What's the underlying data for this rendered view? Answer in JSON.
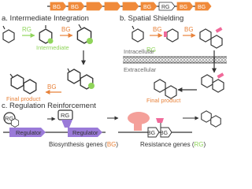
{
  "colors": {
    "gene": "#f08a3a",
    "orange_text": "#e8823a",
    "green": "#8fd45a",
    "pink": "#f06a9a",
    "purple": "#9a7ad8",
    "salmon": "#f4a09a",
    "dark": "#333333",
    "gray": "#6b6b6b",
    "membrane": "#666666"
  },
  "gene_cluster": [
    {
      "label": "BG",
      "type": "bg"
    },
    {
      "label": "BG",
      "type": "bg"
    },
    {
      "label": "",
      "type": "bg"
    },
    {
      "label": "",
      "type": "bg"
    },
    {
      "label": "",
      "type": "bg"
    },
    {
      "label": "BG",
      "type": "bg"
    },
    {
      "label": "RG",
      "type": "rg"
    },
    {
      "label": "BG",
      "type": "bg"
    },
    {
      "label": "BG",
      "type": "bg"
    }
  ],
  "panel_a": {
    "title": "a. Intermediate Integration",
    "rg": "RG",
    "bg1": "BG",
    "bg2": "BG",
    "intermediate": "Intermediate",
    "final_product": "Final product"
  },
  "panel_b": {
    "title": "b. Spatial Shielding",
    "rg": "RG",
    "bg1": "BG",
    "bg2": "BG",
    "intracellular": "Intracellular",
    "extracellular": "Extracellular",
    "final_product": "Final product"
  },
  "panel_c": {
    "title": "c. Regulation Reinforcement",
    "rg_left": "RG",
    "rg_mid": "RG",
    "regulator_left": "Regulator",
    "regulator_mid": "Regulator",
    "bg_left": "BG",
    "bg_right": "BG",
    "biosynthesis_prefix": "Biosynthesis genes (",
    "biosynthesis_abbr": "BG",
    "biosynthesis_suffix": ")",
    "resistance_prefix": "Resistance genes (",
    "resistance_abbr": "RG",
    "resistance_suffix": ")"
  }
}
